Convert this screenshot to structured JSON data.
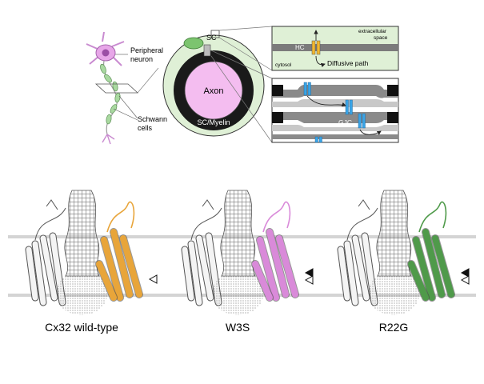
{
  "top_panel": {
    "neuron_label_line1": "Peripheral",
    "neuron_label_line2": "neuron",
    "schwann_label_line1": "Schwann",
    "schwann_label_line2": "cells",
    "sc_label": "SC",
    "axon_label": "Axon",
    "myelin_label": "SC/Myelin",
    "hc_label": "HC",
    "extracellular_line1": "extracellular",
    "extracellular_line2": "space",
    "cytosol_label": "cytosol",
    "diffusive_label": "Diffusive path",
    "gjc_label": "GJC"
  },
  "structures": [
    {
      "caption": "Cx32 wild-type",
      "accent": "#e8a53a",
      "markers": "single"
    },
    {
      "caption": "W3S",
      "accent": "#d98ad9",
      "markers": "double"
    },
    {
      "caption": "R22G",
      "accent": "#4f9a4a",
      "markers": "double"
    }
  ],
  "colors": {
    "neuron": "#e7a6e8",
    "schwann": "#a9d9a0",
    "sc_cell": "#dff0d6",
    "axon": "#f4bdf0",
    "hemichannel": "#f2b72e",
    "gap_junction": "#3aa4e6",
    "membrane_gray": "#7b7b7b"
  }
}
